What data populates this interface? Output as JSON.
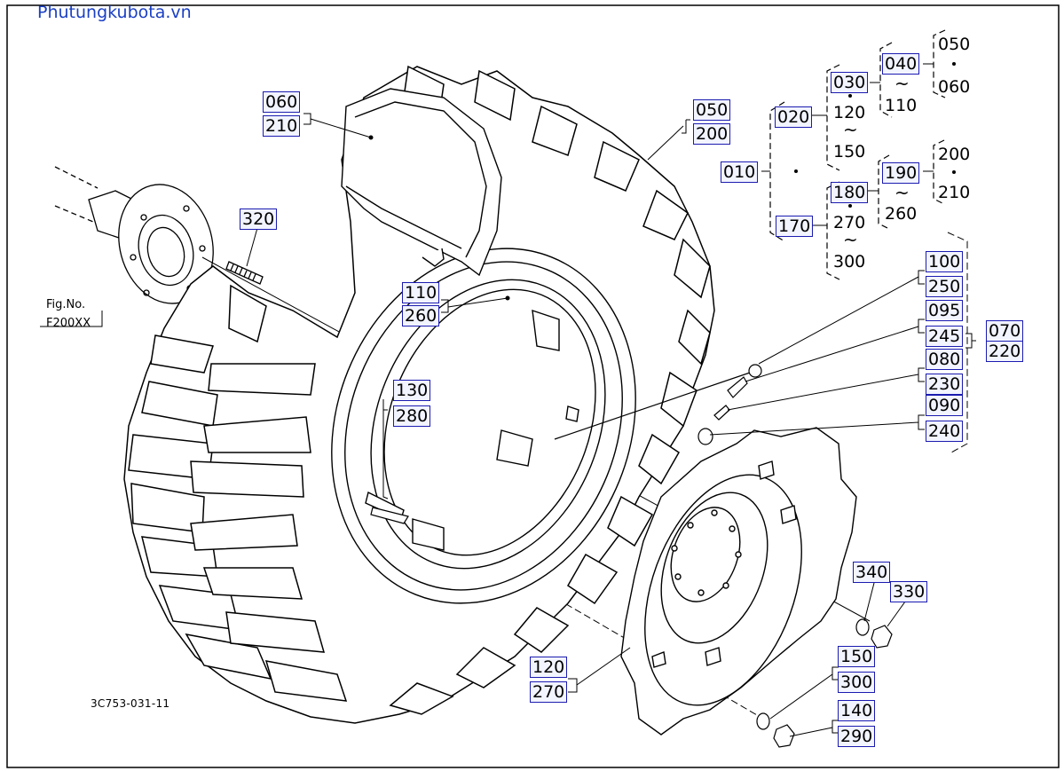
{
  "watermark": "Phutungkubota.vn",
  "diagram_code": "3C753-031-11",
  "figure_ref": {
    "label": "Fig.No.",
    "number": "F200XX"
  },
  "parts": {
    "p060": "060",
    "p210": "210",
    "p050": "050",
    "p200": "200",
    "p320": "320",
    "p110": "110",
    "p260": "260",
    "p130": "130",
    "p280": "280",
    "p100": "100",
    "p250": "250",
    "p095": "095",
    "p245": "245",
    "p080": "080",
    "p230": "230",
    "p090": "090",
    "p240": "240",
    "p070": "070",
    "p220": "220",
    "p340": "340",
    "p330": "330",
    "p150": "150",
    "p300": "300",
    "p140": "140",
    "p290": "290",
    "p120": "120",
    "p270": "270"
  },
  "tree": {
    "n010": "010",
    "n020": "020",
    "n170": "170",
    "n030": "030",
    "n120": "120",
    "n150": "150",
    "n040": "040",
    "n110": "110",
    "n050": "050",
    "n060": "060",
    "n180": "180",
    "n270": "270",
    "n300": "300",
    "n190": "190",
    "n260": "260",
    "n200": "200",
    "n210": "210"
  }
}
